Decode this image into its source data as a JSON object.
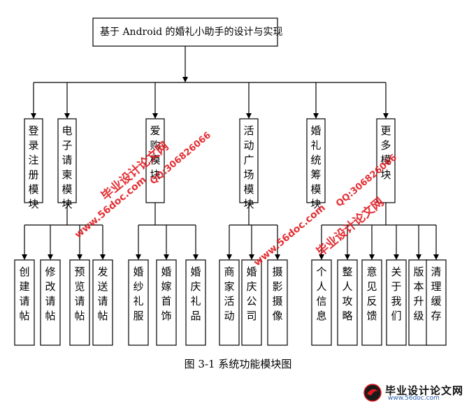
{
  "root": "基于 Android 的婚礼小助手的设计与实现",
  "caption": "图 3-1 系统功能模块图",
  "modules": [
    {
      "label": "登录注册模块",
      "children": []
    },
    {
      "label": "电子请柬模块",
      "children": [
        "创建请帖",
        "修改请帖",
        "预览请帖",
        "发送请帖"
      ]
    },
    {
      "label": "爱购模块",
      "children": [
        "婚纱礼服",
        "婚嫁首饰",
        "婚庆礼品"
      ]
    },
    {
      "label": "活动广场模块",
      "children": [
        "商家活动",
        "婚庆公司",
        "摄影摄像"
      ]
    },
    {
      "label": "婚礼统筹模块",
      "children": []
    },
    {
      "label": "更多模块",
      "children": [
        "个人信息",
        "整人攻略",
        "意见反馈",
        "关于我们",
        "版本升级",
        "清理缓存"
      ]
    }
  ],
  "watermarks": {
    "site_name": "毕业设计论文网",
    "url": "www.56doc.com",
    "qq": "QQ:306826066"
  },
  "logo": {
    "title": "毕业设计论文网",
    "url": "www.56doc.com"
  },
  "colors": {
    "line": "#000000",
    "watermark": "#e0191f",
    "logo_url": "#2a5fb0"
  }
}
